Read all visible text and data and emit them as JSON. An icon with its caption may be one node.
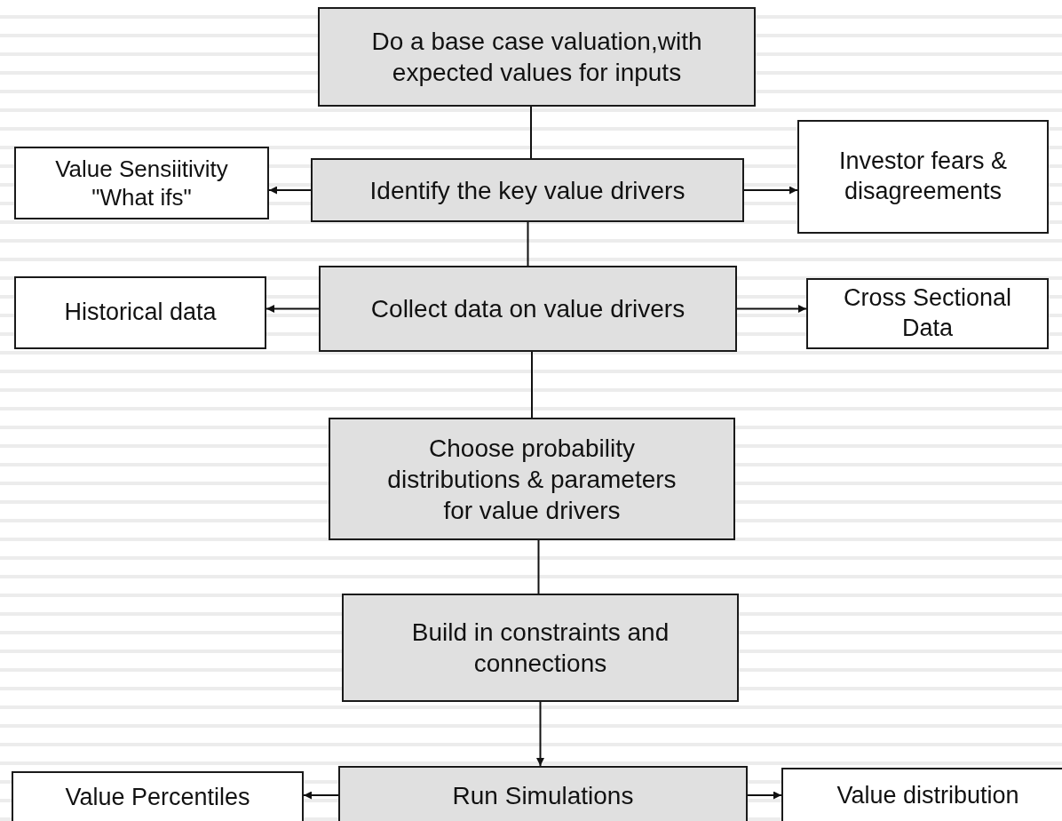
{
  "diagram": {
    "nodes": [
      {
        "text": [
          "Do a base case valuation,with expected values for inputs"
        ]
      },
      {
        "text": [
          "Value Sensiitivity \"What ifs\""
        ]
      },
      {
        "text": [
          "Identify the key value drivers"
        ]
      },
      {
        "text": [
          "Investor fears & disagreements"
        ]
      },
      {
        "text": [
          "Historical data"
        ]
      },
      {
        "text": [
          "Collect data on value drivers"
        ]
      },
      {
        "text": [
          "Cross Sectional Data"
        ]
      },
      {
        "text": [
          "Choose probability distributions & parameters for value drivers"
        ]
      },
      {
        "text": [
          "Build in constraints and connections"
        ]
      },
      {
        "text": [
          "Value Percentiles"
        ]
      },
      {
        "text": [
          "Run Simulations"
        ]
      },
      {
        "text": [
          "Value distribution"
        ]
      }
    ],
    "edges": [
      {
        "from": 0,
        "to": 2,
        "arrow": "none"
      },
      {
        "from": 2,
        "to": 1,
        "arrow": "to"
      },
      {
        "from": 2,
        "to": 3,
        "arrow": "to"
      },
      {
        "from": 2,
        "to": 5,
        "arrow": "none"
      },
      {
        "from": 5,
        "to": 4,
        "arrow": "to"
      },
      {
        "from": 5,
        "to": 6,
        "arrow": "to"
      },
      {
        "from": 5,
        "to": 7,
        "arrow": "none"
      },
      {
        "from": 7,
        "to": 8,
        "arrow": "none"
      },
      {
        "from": 8,
        "to": 10,
        "arrow": "to"
      },
      {
        "from": 10,
        "to": 9,
        "arrow": "to"
      },
      {
        "from": 10,
        "to": 11,
        "arrow": "to"
      }
    ]
  }
}
